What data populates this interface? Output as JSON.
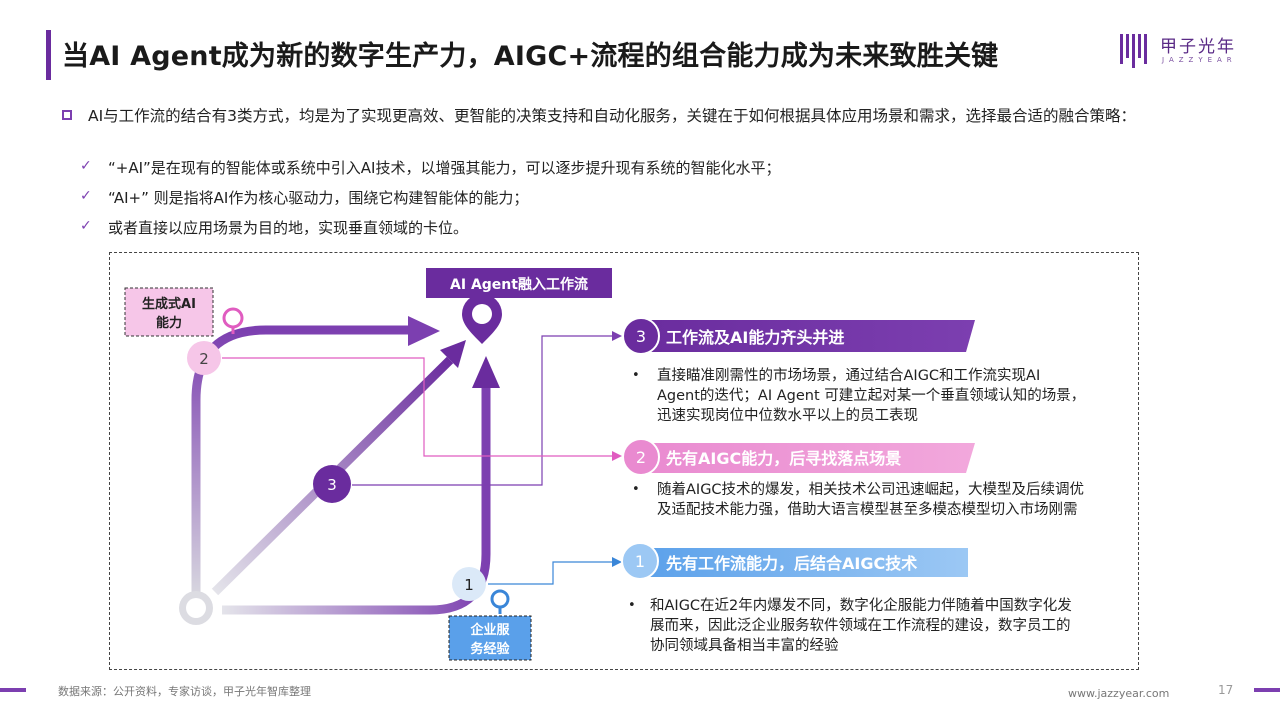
{
  "header": {
    "title": "当AI Agent成为新的数字生产力，AIGC+流程的组合能力成为未来致胜关键",
    "logo_cn": "甲子光年",
    "logo_en": "JAZZYEAR"
  },
  "intro": {
    "text": "AI与工作流的结合有3类方式，均是为了实现更高效、更智能的决策支持和自动化服务，关键在于如何根据具体应用场景和需求，选择最合适的融合策略：",
    "items": [
      "“+AI”是在现有的智能体或系统中引入AI技术，以增强其能力，可以逐步提升现有系统的智能化水平；",
      "“AI+” 则是指将AI作为核心驱动力，围绕它构建智能体的能力；",
      "或者直接以应用场景为目的地，实现垂直领域的卡位。"
    ]
  },
  "diagram": {
    "target_label": "AI Agent融入工作流",
    "gen_ai_label_1": "生成式AI",
    "gen_ai_label_2": "能力",
    "enterprise_label_1": "企业服",
    "enterprise_label_2": "务经验",
    "path_numbers": [
      "1",
      "2",
      "3"
    ],
    "strategies": [
      {
        "number": "3",
        "title": "工作流及AI能力齐头并进",
        "lines": [
          "直接瞄准刚需性的市场场景，通过结合AIGC和工作流实现AI",
          "Agent的迭代；AI Agent 可建立起对某一个垂直领域认知的场景，",
          "迅速实现岗位中位数水平以上的员工表现"
        ]
      },
      {
        "number": "2",
        "title": "先有AIGC能力，后寻找落点场景",
        "lines": [
          "随着AIGC技术的爆发，相关技术公司迅速崛起，大模型及后续调优",
          "及适配技术能力强，借助大语言模型甚至多模态模型切入市场刚需"
        ]
      },
      {
        "number": "1",
        "title": "先有工作流能力，后结合AIGC技术",
        "lines": [
          "和AIGC在近2年内爆发不同，数字化企服能力伴随着中国数字化发",
          "展而来，因此泛企业服务软件领域在工作流程的建设，数字员工的",
          "协同领域具备相当丰富的经验"
        ]
      }
    ],
    "colors": {
      "purple_dark": "#6a2c9e",
      "purple": "#7c3fb0",
      "pink": "#e98ad0",
      "pink_light": "#f6c6e8",
      "blue": "#5aa0ea",
      "blue_light": "#9cc8f4"
    }
  },
  "footer": {
    "source": "数据来源：公开资料，专家访谈，甲子光年智库整理",
    "url": "www.jazzyear.com",
    "page": "17"
  }
}
